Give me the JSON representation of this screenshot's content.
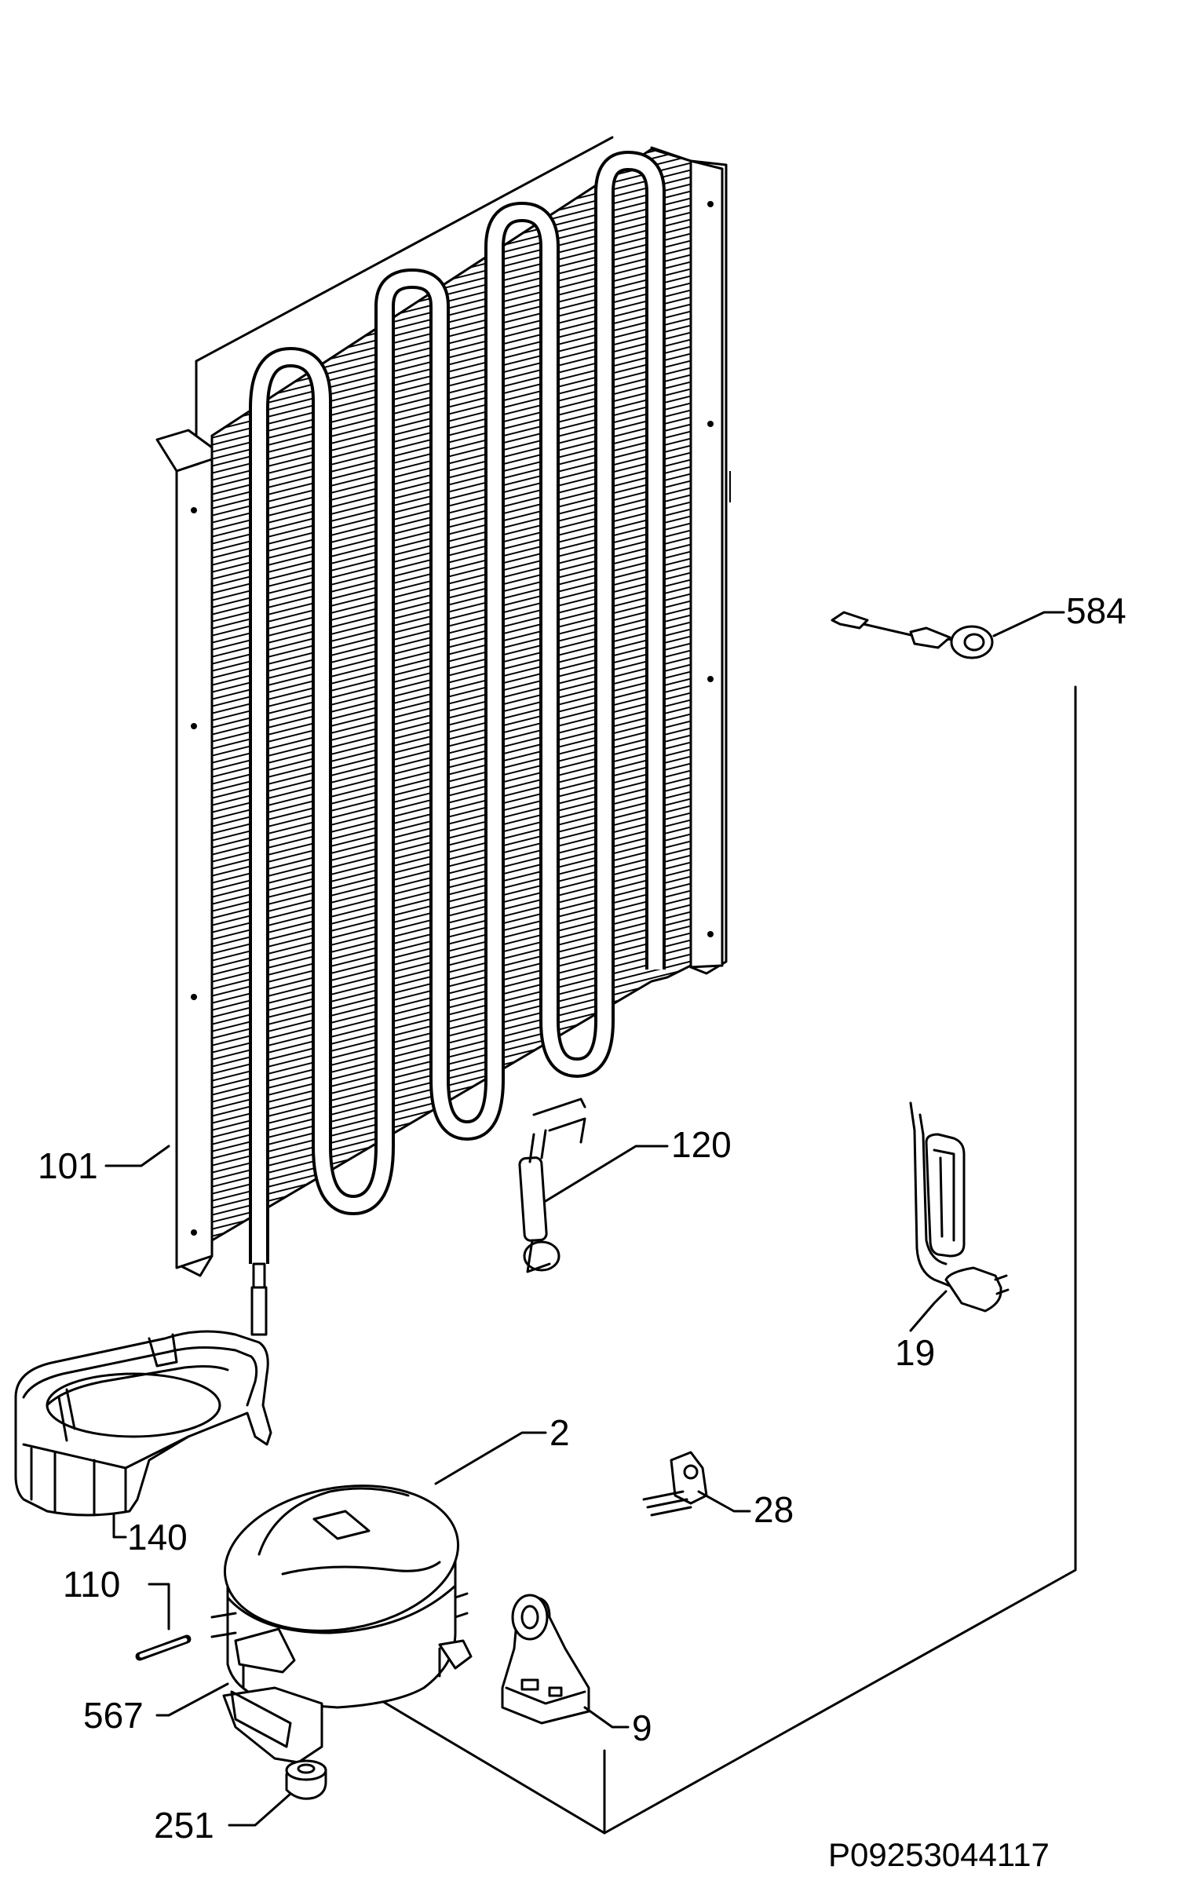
{
  "labels": {
    "p584": "584",
    "p120": "120",
    "p101": "101",
    "p19": "19",
    "p140": "140",
    "p2": "2",
    "p28": "28",
    "p110": "110",
    "p567": "567",
    "p9": "9",
    "p251": "251"
  },
  "drawing_id": "P09253044117"
}
